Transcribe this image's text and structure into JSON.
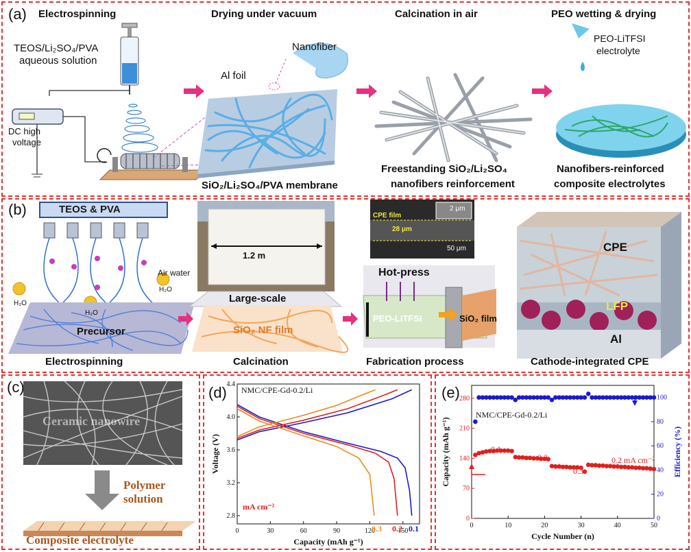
{
  "panel_a": {
    "label": "(a)",
    "step_titles": [
      "Electrospinning",
      "Drying under vacuum",
      "Calcination in air",
      "PEO wetting & drying"
    ],
    "solution_label_1": "TEOS/Li₂SO₄/PVA",
    "solution_label_2": "aqueous solution",
    "dc_label_1": "DC high",
    "dc_label_2": "voltage",
    "nanofiber_label": "Nanofiber",
    "al_foil_label": "Al foil",
    "membrane_caption": "SiO₂/Li₂SO₄/PVA membrane",
    "calc_caption_1": "Freestanding SiO₂/Li₂SO₄",
    "calc_caption_2": "nanofibers reinforcement",
    "electrolyte_label_1": "PEO-LiTFSI",
    "electrolyte_label_2": "electrolyte",
    "final_caption_1": "Nanofibers-reinforced",
    "final_caption_2": "composite electrolytes"
  },
  "panel_b": {
    "label": "(b)",
    "teos_label": "TEOS & PVA",
    "h2o_label": "H₂O",
    "air_water_label": "Air water",
    "precursor_label": "Precursor",
    "electrospinning_caption": "Electrospinning",
    "width_label": "1.2 m",
    "large_scale_label": "Large-scale",
    "sio2_nf_label": "SiO₂ NF film",
    "calcination_caption": "Calcination",
    "cpe_film_label": "CPE film",
    "thickness_label": "28 μm",
    "scale_2um": "2 μm",
    "scale_50um": "50 μm",
    "hot_press_label": "Hot-press",
    "peo_label": "PEO-LiTFSI",
    "sio2_film_label": "SiO₂ film",
    "fabrication_caption": "Fabrication process",
    "cpe_label": "CPE",
    "lfp_label": "LFP",
    "al_label": "Al",
    "cathode_caption": "Cathode-integrated CPE"
  },
  "panel_c": {
    "label": "(c)",
    "sem_label": "Ceramic nanowire",
    "polymer_label_1": "Polymer",
    "polymer_label_2": "solution",
    "composite_label": "Composite electrolyte"
  },
  "panel_d": {
    "label": "(d)",
    "cell_label": "NMC/CPE-Gd-0.2/Li",
    "unit_label": "mA cm⁻²",
    "rate_labels": [
      "0.3",
      "0.2",
      "0.1"
    ]
  },
  "panel_e": {
    "label": "(e)",
    "cell_label": "NMC/CPE-Gd-0.2/Li",
    "rate_labels": [
      "0.1",
      "0.2",
      "0.3",
      "0.2 mA cm⁻²"
    ]
  },
  "colors": {
    "border": "#e0332e",
    "arrow": "#e5317e",
    "c01": "#1a1acc",
    "c02": "#e0201c",
    "c03": "#f08a1c"
  },
  "chart_data": [
    {
      "type": "line",
      "xlabel": "Capacity (mAh g⁻¹)",
      "ylabel": "Voltage (V)",
      "xlim": [
        0,
        165
      ],
      "ylim": [
        2.7,
        4.4
      ],
      "x_ticks": [
        0,
        30,
        60,
        90,
        120,
        150
      ],
      "y_ticks": [
        2.8,
        3.2,
        3.6,
        4.0,
        4.4
      ],
      "series": [
        {
          "name": "0.1",
          "color": "#1a1acc",
          "discharge": [
            [
              0,
              4.15
            ],
            [
              20,
              4.0
            ],
            [
              60,
              3.82
            ],
            [
              100,
              3.68
            ],
            [
              130,
              3.58
            ],
            [
              145,
              3.5
            ],
            [
              152,
              3.38
            ],
            [
              156,
              3.1
            ],
            [
              158,
              2.8
            ]
          ],
          "charge": [
            [
              0,
              3.72
            ],
            [
              20,
              3.82
            ],
            [
              60,
              3.93
            ],
            [
              100,
              4.05
            ],
            [
              140,
              4.22
            ],
            [
              158,
              4.33
            ]
          ]
        },
        {
          "name": "0.2",
          "color": "#e0201c",
          "discharge": [
            [
              0,
              4.13
            ],
            [
              20,
              3.98
            ],
            [
              60,
              3.8
            ],
            [
              100,
              3.66
            ],
            [
              125,
              3.56
            ],
            [
              137,
              3.45
            ],
            [
              142,
              3.25
            ],
            [
              145,
              2.8
            ]
          ],
          "charge": [
            [
              0,
              3.74
            ],
            [
              20,
              3.84
            ],
            [
              60,
              3.96
            ],
            [
              100,
              4.1
            ],
            [
              130,
              4.25
            ],
            [
              145,
              4.33
            ]
          ]
        },
        {
          "name": "0.3",
          "color": "#f08a1c",
          "discharge": [
            [
              0,
              4.1
            ],
            [
              20,
              3.95
            ],
            [
              60,
              3.77
            ],
            [
              90,
              3.64
            ],
            [
              110,
              3.5
            ],
            [
              120,
              3.3
            ],
            [
              124,
              2.8
            ]
          ],
          "charge": [
            [
              0,
              3.76
            ],
            [
              20,
              3.88
            ],
            [
              60,
              4.02
            ],
            [
              90,
              4.14
            ],
            [
              110,
              4.25
            ],
            [
              125,
              4.33
            ]
          ]
        }
      ]
    },
    {
      "type": "scatter",
      "xlabel": "Cycle Number (n)",
      "ylabel": "Capacity (mAh g⁻¹)",
      "ylabel_right": "Efficiency (%)",
      "xlim": [
        0,
        50
      ],
      "ylim": [
        0,
        310
      ],
      "ylim_right": [
        0,
        110
      ],
      "x_ticks": [
        0,
        10,
        20,
        30,
        40,
        50
      ],
      "y_ticks": [
        0,
        70,
        140,
        210,
        280
      ],
      "y_ticks_right": [
        0,
        20,
        40,
        60,
        80,
        100
      ],
      "series": [
        {
          "name": "Capacity",
          "color": "#e0201c",
          "x": [
            1,
            2,
            3,
            4,
            5,
            6,
            7,
            8,
            9,
            10,
            11,
            12,
            13,
            14,
            15,
            16,
            17,
            18,
            19,
            20,
            21,
            22,
            23,
            24,
            25,
            26,
            27,
            28,
            29,
            30,
            31,
            32,
            33,
            34,
            35,
            36,
            37,
            38,
            39,
            40,
            41,
            42,
            43,
            44,
            45,
            46,
            47,
            48,
            49,
            50
          ],
          "y": [
            148,
            152,
            154,
            156,
            157,
            157,
            158,
            158,
            158,
            158,
            157,
            143,
            142,
            142,
            141,
            141,
            140,
            140,
            139,
            139,
            138,
            122,
            121,
            121,
            120,
            120,
            119,
            119,
            119,
            118,
            109,
            125,
            124,
            124,
            123,
            123,
            122,
            122,
            121,
            121,
            120,
            120,
            119,
            119,
            118,
            118,
            117,
            117,
            116,
            115
          ]
        },
        {
          "name": "Efficiency",
          "color": "#1a1acc",
          "x": [
            1,
            2,
            3,
            4,
            5,
            6,
            7,
            8,
            9,
            10,
            11,
            12,
            13,
            14,
            15,
            16,
            17,
            18,
            19,
            20,
            21,
            22,
            23,
            24,
            25,
            26,
            27,
            28,
            29,
            30,
            31,
            32,
            33,
            34,
            35,
            36,
            37,
            38,
            39,
            40,
            41,
            42,
            43,
            44,
            45,
            46,
            47,
            48,
            49,
            50
          ],
          "y": [
            80,
            100,
            100,
            100,
            100,
            100,
            100,
            100,
            100,
            100,
            100,
            98,
            100,
            100,
            100,
            100,
            100,
            100,
            100,
            100,
            100,
            98,
            100,
            100,
            100,
            100,
            100,
            100,
            100,
            100,
            100,
            103,
            100,
            100,
            100,
            100,
            100,
            100,
            100,
            100,
            100,
            100,
            100,
            100,
            100,
            100,
            100,
            100,
            100,
            100
          ]
        }
      ]
    }
  ]
}
